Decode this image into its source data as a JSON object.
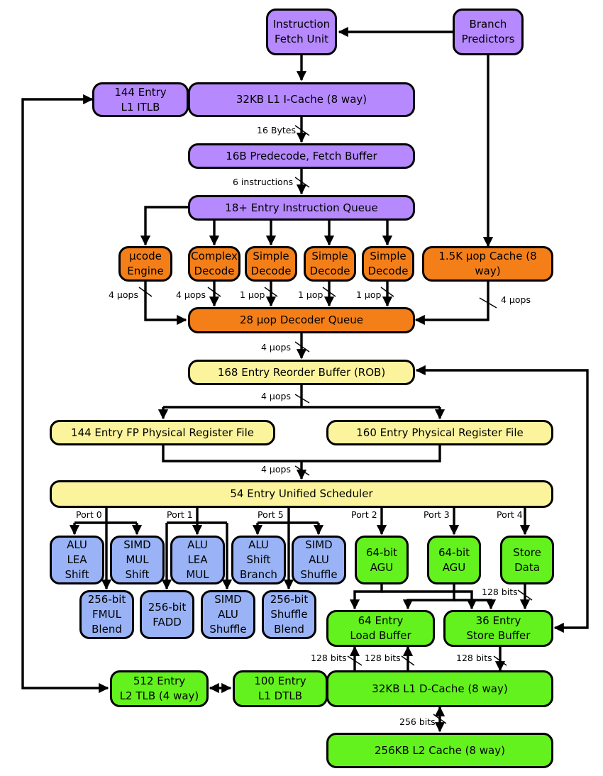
{
  "frontend": {
    "instruction_fetch_unit": "Instruction\nFetch Unit",
    "branch_predictors": "Branch\nPredictors",
    "l1_itlb": "144 Entry\nL1 ITLB",
    "l1_icache": "32KB L1 I-Cache (8 way)",
    "predecode": "16B Predecode, Fetch Buffer",
    "instruction_queue": "18+ Entry Instruction Queue",
    "ucode_engine": "µcode\nEngine",
    "complex_decode": "Complex\nDecode",
    "simple_decode_1": "Simple\nDecode",
    "simple_decode_2": "Simple\nDecode",
    "simple_decode_3": "Simple\nDecode",
    "uop_cache": "1.5K µop Cache (8 way)",
    "decoder_queue": "28 µop Decoder Queue"
  },
  "backend": {
    "rob": "168 Entry Reorder Buffer (ROB)",
    "fp_regfile": "144 Entry FP Physical Register File",
    "int_regfile": "160 Entry Physical Register File",
    "scheduler": "54 Entry Unified Scheduler"
  },
  "ports": {
    "port0": "Port 0",
    "port1": "Port 1",
    "port5": "Port 5",
    "port2": "Port 2",
    "port3": "Port 3",
    "port4": "Port 4"
  },
  "execution_units": {
    "p0_alu": "ALU\nLEA\nShift",
    "p0_simd": "SIMD\nMUL\nShift",
    "p1_alu": "ALU\nLEA\nMUL",
    "p5_alu": "ALU\nShift\nBranch",
    "p5_simd": "SIMD\nALU\nShuffle",
    "p0_fmul": "256-bit\nFMUL\nBlend",
    "p1_fadd": "256-bit\nFADD",
    "p1_simd": "SIMD\nALU\nShuffle",
    "p5_shuffle": "256-bit\nShuffle\nBlend"
  },
  "memory": {
    "agu_1": "64-bit\nAGU",
    "agu_2": "64-bit\nAGU",
    "store_data": "Store\nData",
    "load_buffer": "64 Entry\nLoad Buffer",
    "store_buffer": "36 Entry\nStore Buffer",
    "l2_tlb": "512 Entry\nL2 TLB (4 way)",
    "l1_dtlb": "100 Entry\nL1 DTLB",
    "l1_dcache": "32KB L1 D-Cache (8 way)",
    "l2_cache": "256KB L2 Cache (8 way)"
  },
  "bus_labels": {
    "fetch_16_bytes": "16 Bytes",
    "predecode_6_instr": "6 instructions",
    "ucode_4_uops": "4 µops",
    "complex_4_uops": "4 µops",
    "simple1_1_uop": "1 µop",
    "simple2_1_uop": "1 µop",
    "simple3_1_uop": "1 µop",
    "uopcache_4_uops": "4 µops",
    "decq_4_uops": "4 µops",
    "rob_4_uops": "4 µops",
    "regfile_4_uops": "4 µops",
    "store_data_128": "128 bits",
    "load_128_a": "128 bits",
    "load_128_b": "128 bits",
    "store_128": "128 bits",
    "l2_256": "256 bits"
  },
  "colors": {
    "frontend_purple": "#b689ff",
    "decode_orange": "#f47f19",
    "backend_yellow": "#fbf49d",
    "exec_blue": "#99b3f6",
    "memory_green": "#63f21d"
  }
}
